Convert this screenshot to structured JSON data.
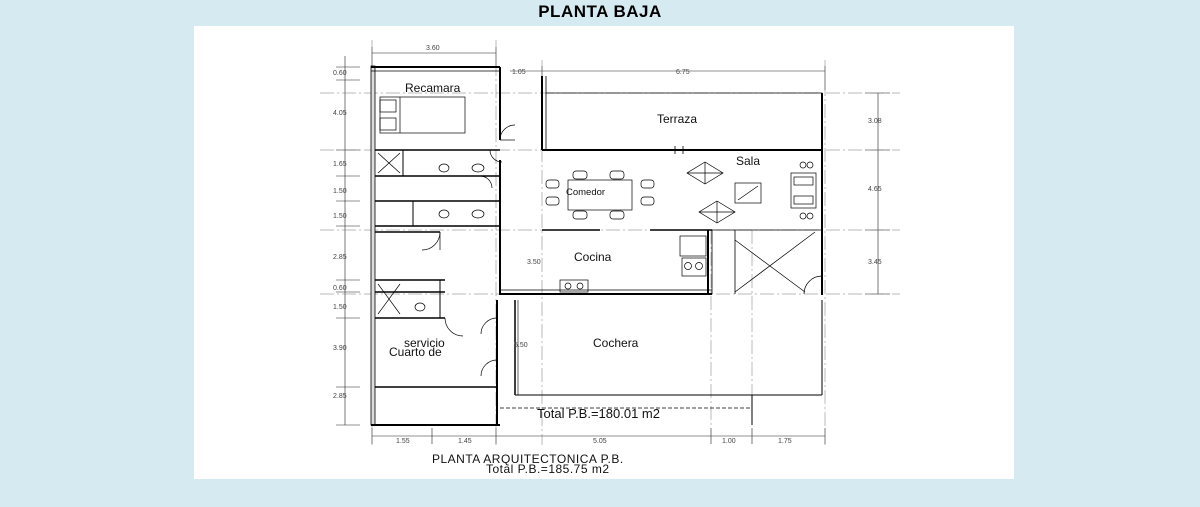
{
  "header": {
    "title": "PLANTA BAJA"
  },
  "rooms": {
    "recamara": "Recamara",
    "terraza": "Terraza",
    "sala": "Sala",
    "comedor": "Comedor",
    "cocina": "Cocina",
    "cochera": "Cochera",
    "servicio_line1": "servicio",
    "servicio_line2": "Cuarto de"
  },
  "totals": {
    "inner": "Total P.B.=180.01 m2",
    "footer_title": "PLANTA ARQUITECTONICA P.B.",
    "footer_total": "Total P.B.=185.75 m2"
  },
  "dimensions": {
    "top_left": "3.60",
    "top_mid": "1.05",
    "top_right": "6.75",
    "left": [
      "0.60",
      "4.05",
      "1.65",
      "1.50",
      "1.50",
      "2.85",
      "0.60",
      "1.50",
      "3.90",
      "2.85"
    ],
    "right": [
      "3.08",
      "4.65",
      "3.45"
    ],
    "bottom": [
      "1.55",
      "1.45",
      "5.05",
      "1.00",
      "1.75"
    ],
    "inner_kitchen": "3.50",
    "inner_garage": "5.50"
  }
}
